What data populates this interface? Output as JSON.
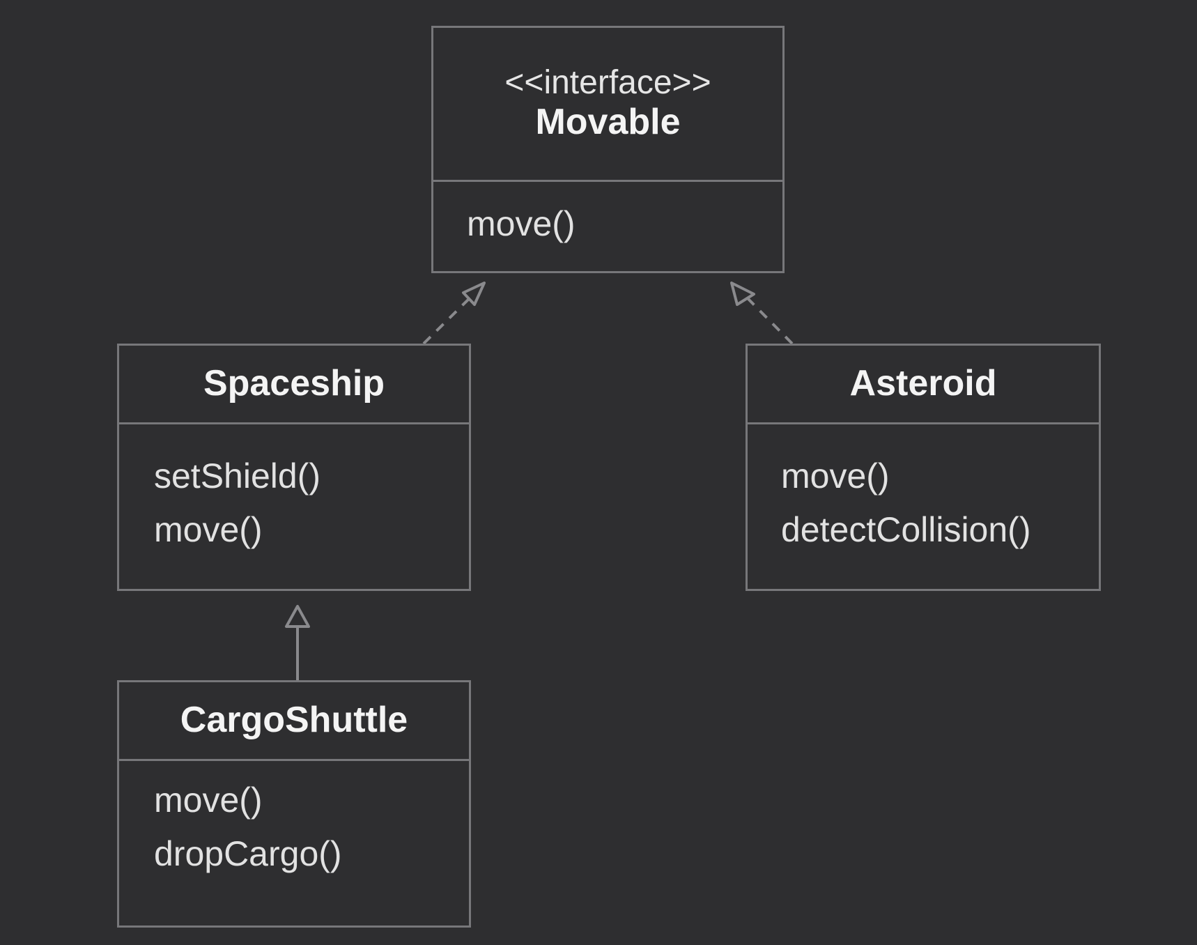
{
  "diagram": {
    "classes": {
      "movable": {
        "stereotype": "<<interface>>",
        "name": "Movable",
        "methods": [
          "move()"
        ]
      },
      "spaceship": {
        "name": "Spaceship",
        "methods": [
          "setShield()",
          "move()"
        ]
      },
      "asteroid": {
        "name": "Asteroid",
        "methods": [
          "move()",
          "detectCollision()"
        ]
      },
      "cargoshuttle": {
        "name": "CargoShuttle",
        "methods": [
          "move()",
          "dropCargo()"
        ]
      }
    },
    "relations": [
      {
        "from": "Spaceship",
        "to": "Movable",
        "kind": "realization"
      },
      {
        "from": "Asteroid",
        "to": "Movable",
        "kind": "realization"
      },
      {
        "from": "CargoShuttle",
        "to": "Spaceship",
        "kind": "generalization"
      }
    ],
    "colors": {
      "background": "#2e2e30",
      "border": "#77777a",
      "text": "#e8e8e8"
    }
  }
}
